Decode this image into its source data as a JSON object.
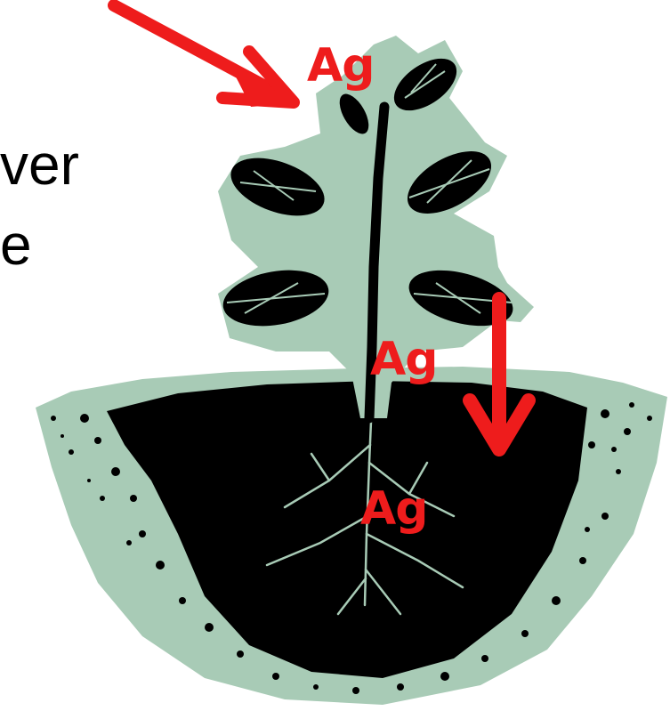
{
  "fragments": {
    "line1": "ver",
    "line2": "e"
  },
  "labels": {
    "top": "Ag",
    "middle": "Ag",
    "bottom": "Ag"
  },
  "colors": {
    "arrow": "#ee1c1c",
    "label": "#ee1c1c",
    "halo": "#a8cbb6",
    "ink": "#000000",
    "text": "#000000"
  },
  "icons": [
    "diagonal-arrow-icon",
    "down-arrow-icon",
    "plant-illustration",
    "soil-illustration"
  ]
}
